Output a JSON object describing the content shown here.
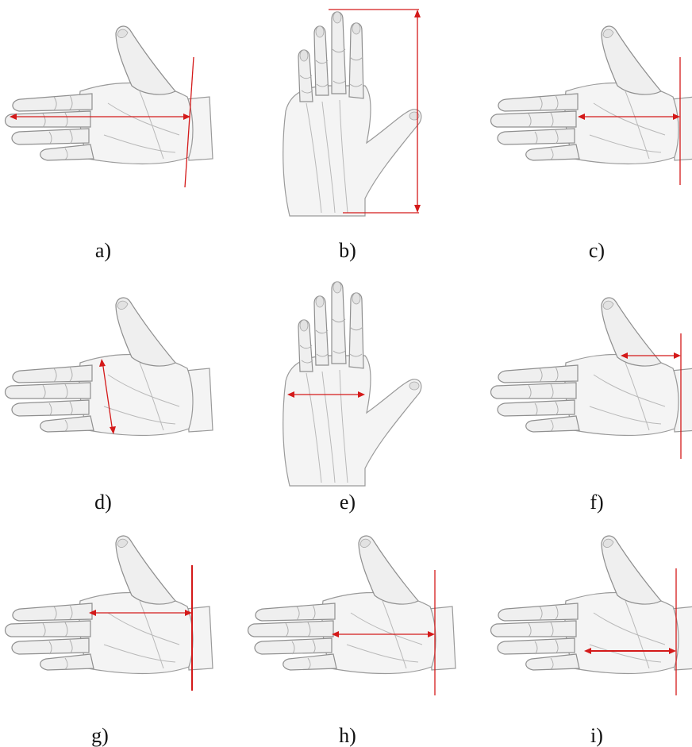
{
  "panels": [
    {
      "id": "a",
      "label": "a)"
    },
    {
      "id": "b",
      "label": "b)"
    },
    {
      "id": "c",
      "label": "c)"
    },
    {
      "id": "d",
      "label": "d)"
    },
    {
      "id": "e",
      "label": "e)"
    },
    {
      "id": "f",
      "label": "f)"
    },
    {
      "id": "g",
      "label": "g)"
    },
    {
      "id": "h",
      "label": "h)"
    },
    {
      "id": "i",
      "label": "i)"
    }
  ],
  "colors": {
    "measurement_line": "#d41a1a",
    "sketch_stroke": "#8f8f8f",
    "background": "#ffffff"
  }
}
